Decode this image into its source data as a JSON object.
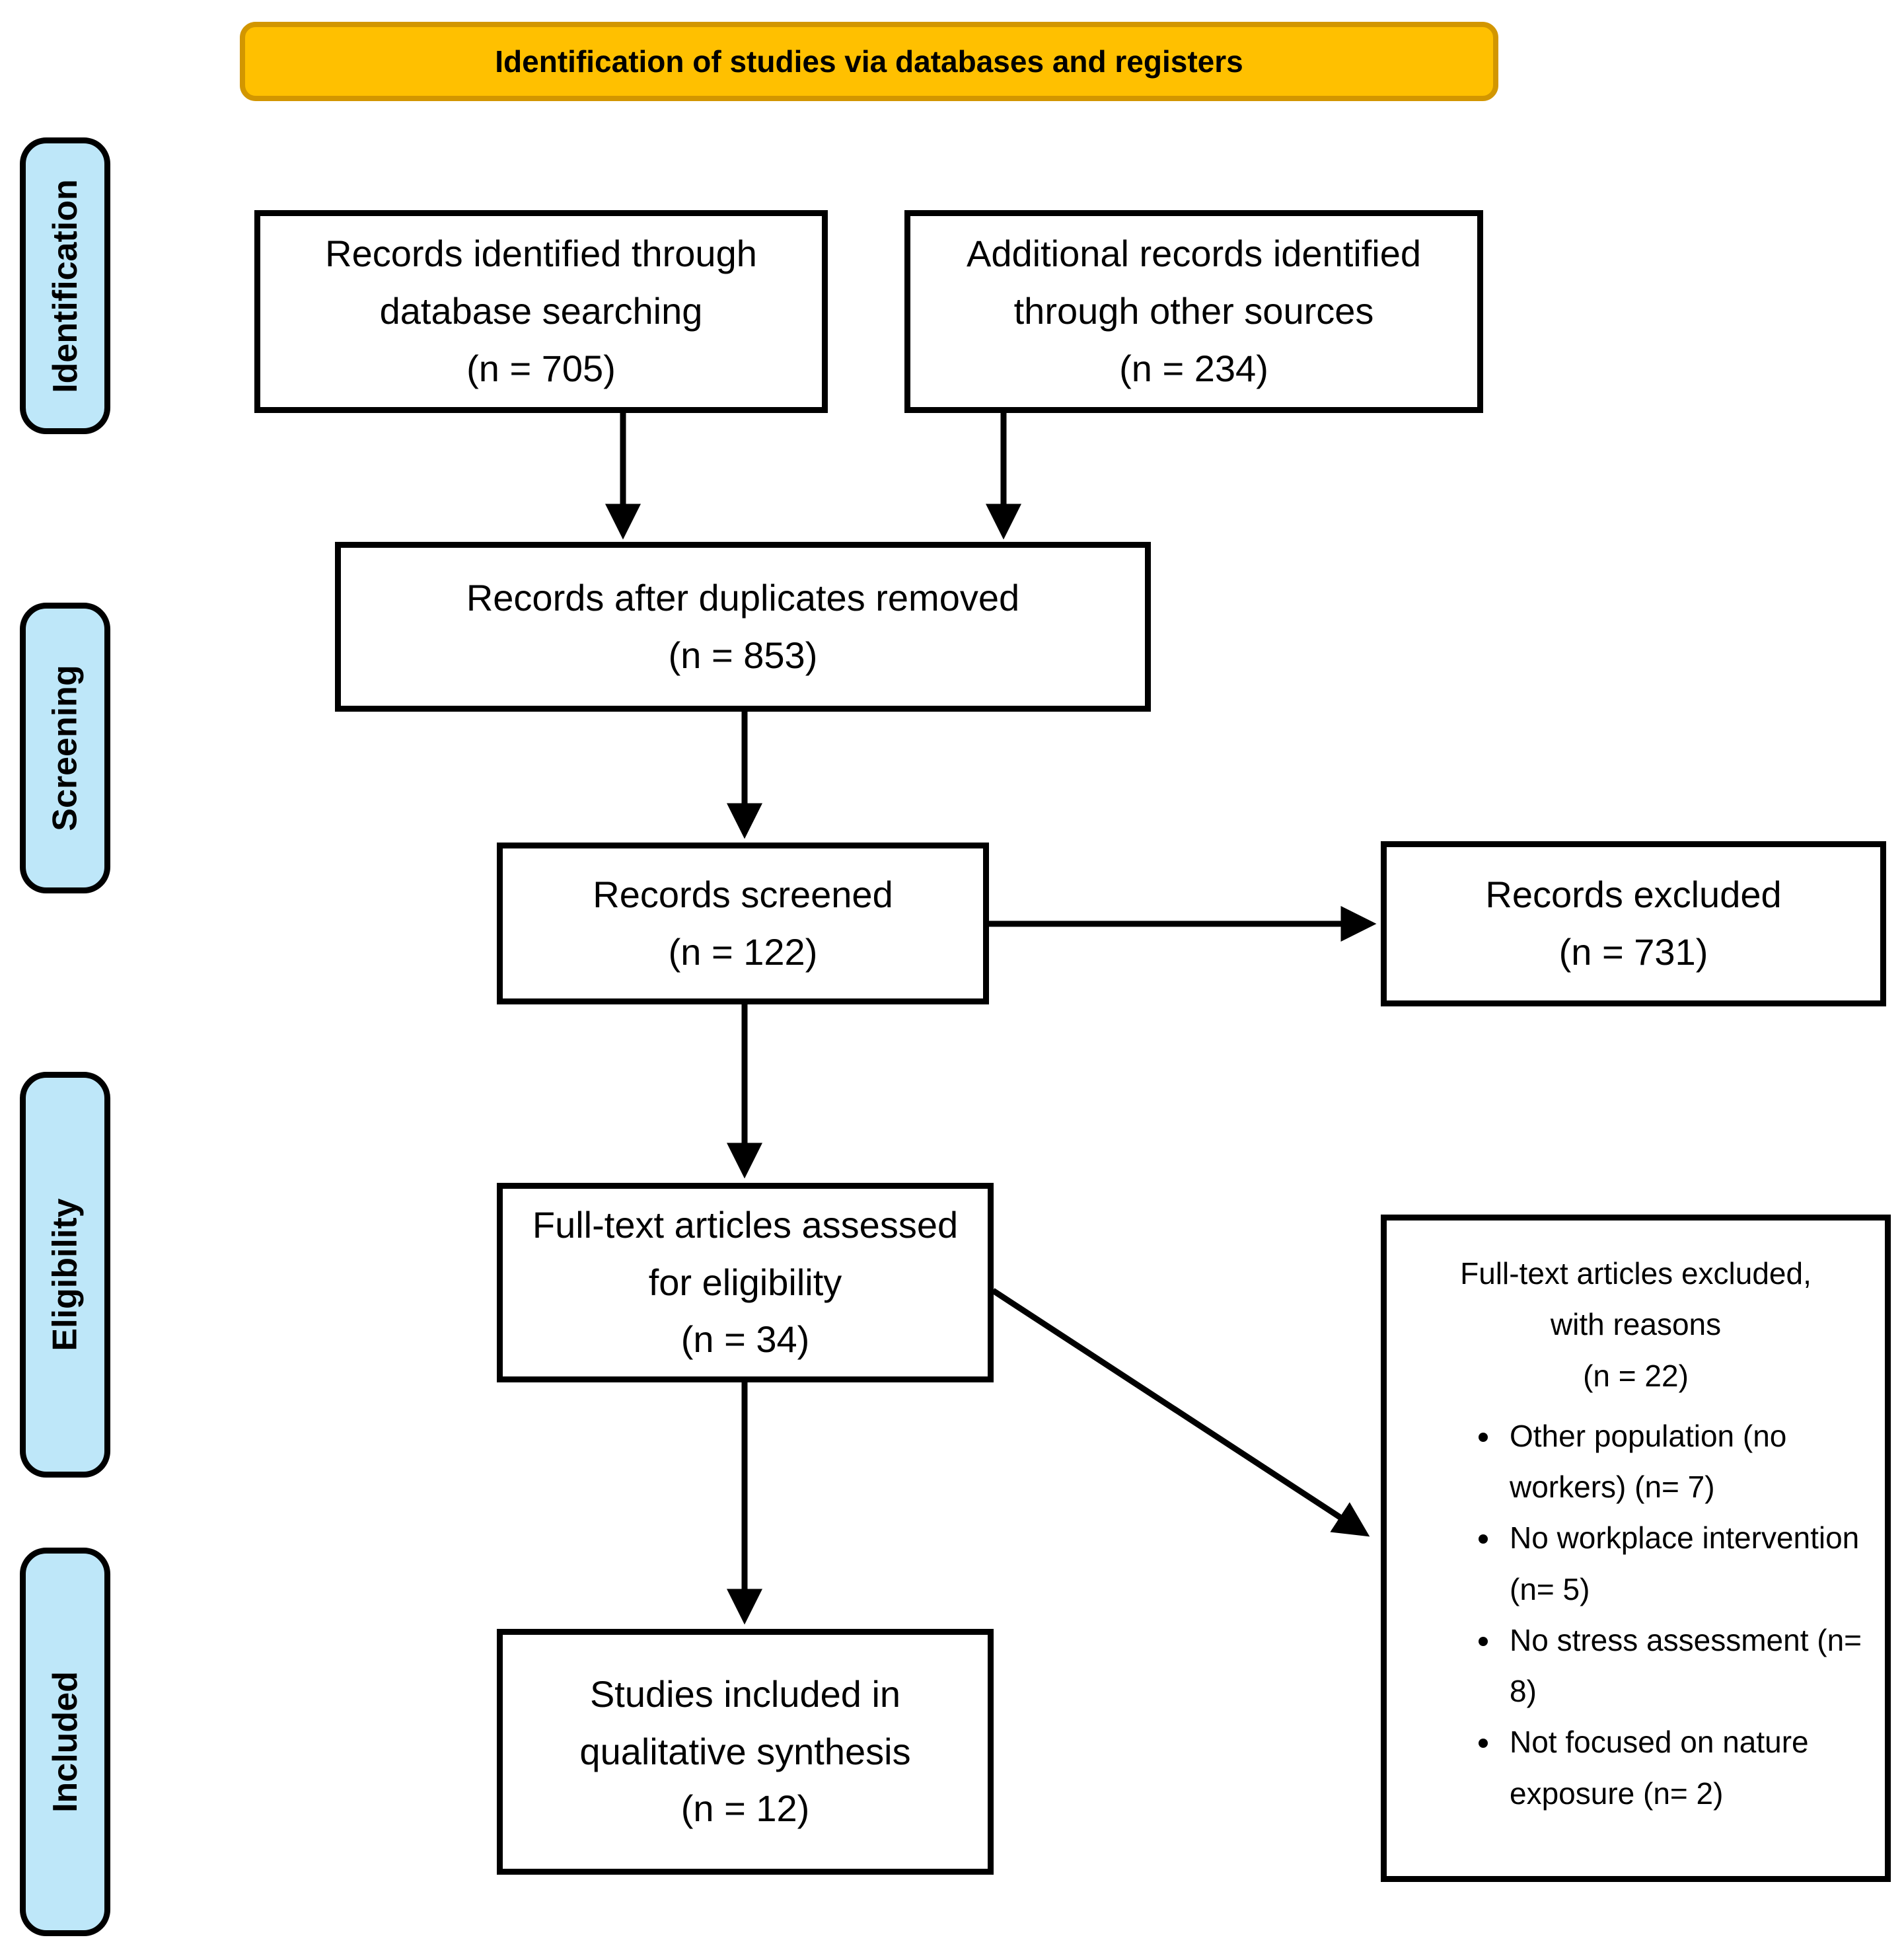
{
  "banner": {
    "label": "Identification of studies via databases and registers"
  },
  "colors": {
    "banner_fill": "#FFC000",
    "banner_border": "#D29600",
    "stage_fill": "#BEE7F9",
    "line_color": "#000000"
  },
  "stages": [
    {
      "label": "Identification"
    },
    {
      "label": "Screening"
    },
    {
      "label": "Eligibility"
    },
    {
      "label": "Included"
    }
  ],
  "boxes": {
    "records_identified": {
      "text": "Records identified through\ndatabase searching\n(n = 705)"
    },
    "additional_records": {
      "text": "Additional records identified\nthrough other sources\n(n = 234)"
    },
    "duplicates_removed": {
      "text": "Records after duplicates removed\n(n = 853)"
    },
    "records_screened": {
      "text": "Records screened\n(n = 122)"
    },
    "records_excluded": {
      "text": "Records excluded\n(n = 731)"
    },
    "fulltext_assessed": {
      "text": "Full-text articles assessed\nfor eligibility\n(n = 34)"
    },
    "fulltext_excluded": {
      "title": "Full-text articles excluded,\nwith reasons\n(n = 22)",
      "reasons": [
        "Other population (no workers) (n= 7)",
        "No workplace intervention (n= 5)",
        "No stress assessment (n= 8)",
        "Not focused on nature exposure (n= 2)"
      ]
    },
    "studies_included": {
      "text": "Studies included in\nqualitative synthesis\n(n = 12)"
    }
  }
}
